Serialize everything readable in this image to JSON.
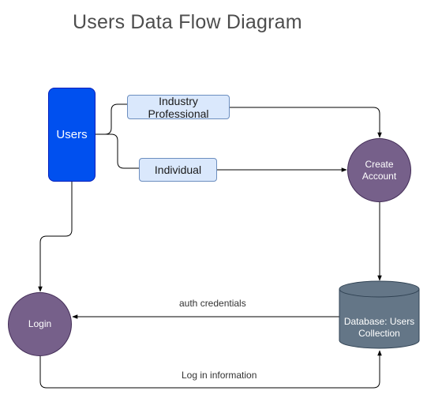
{
  "title": "Users Data Flow Diagram",
  "nodes": {
    "users": "Users",
    "industry_professional": "Industry Professional",
    "individual": "Individual",
    "create_account": "Create Account",
    "database": "Database: Users Collection",
    "login": "Login"
  },
  "edges": {
    "auth_credentials": "auth credentials",
    "login_information": "Log in information"
  },
  "colors": {
    "users_fill": "#0050ef",
    "chip_fill": "#dae8fc",
    "chip_stroke": "#6c8ebf",
    "process_fill": "#76608a",
    "database_fill": "#647687",
    "edge": "#000000"
  }
}
